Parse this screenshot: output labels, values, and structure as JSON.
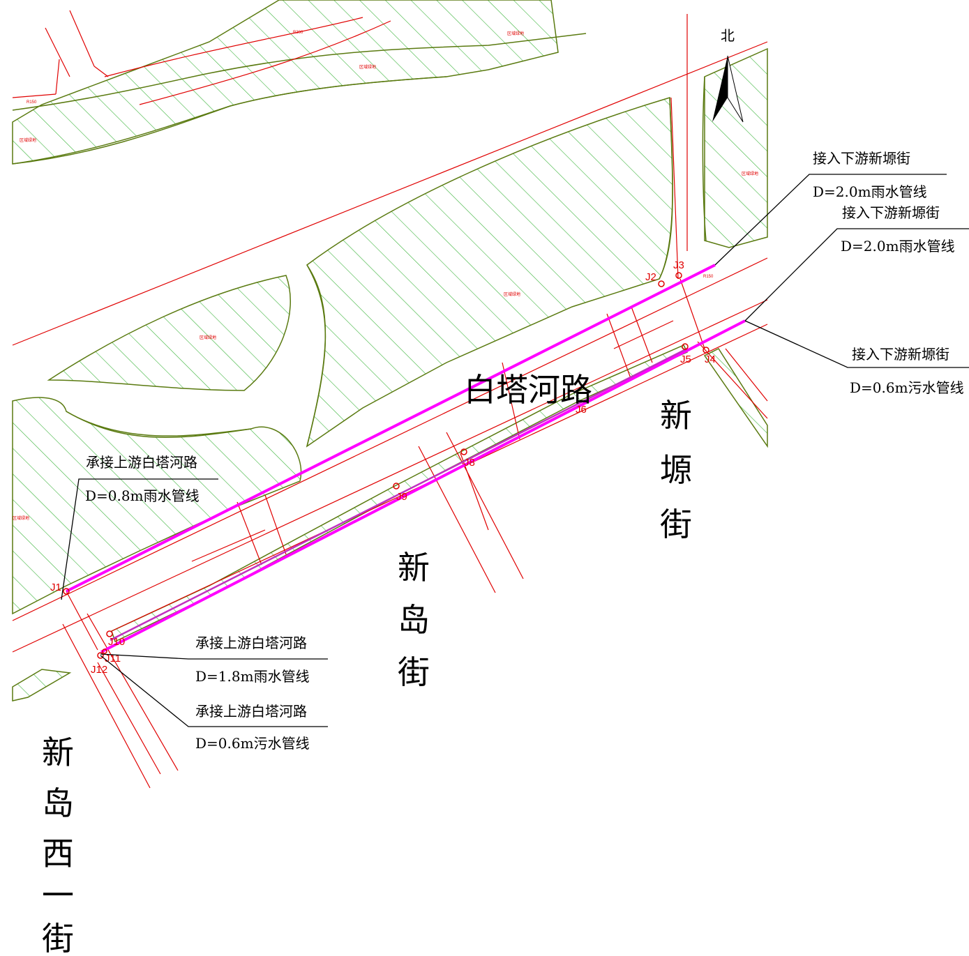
{
  "map": {
    "north_label": "北",
    "roads": {
      "baitahe": "白塔河路",
      "xinyuan_chars": [
        "新",
        "塬",
        "街"
      ],
      "xindao_chars": [
        "新",
        "岛",
        "街"
      ],
      "xindaoxiyi_chars": [
        "新",
        "岛",
        "西",
        "一",
        "街"
      ]
    },
    "callouts": [
      {
        "title": "接入下游新塬街",
        "sub": "D=2.0m雨水管线"
      },
      {
        "title": "接入下游新塬街",
        "sub": "D=2.0m雨水管线"
      },
      {
        "title": "接入下游新塬街",
        "sub": "D=0.6m污水管线"
      },
      {
        "title": "承接上游白塔河路",
        "sub": "D=0.8m雨水管线"
      },
      {
        "title": "承接上游白塔河路",
        "sub": "D=1.8m雨水管线"
      },
      {
        "title": "承接上游白塔河路",
        "sub": "D=0.6m污水管线"
      }
    ],
    "junctions": [
      "J1",
      "J2",
      "J3",
      "J4",
      "J5",
      "J6",
      "J8",
      "J9",
      "J10",
      "J11",
      "J12"
    ],
    "small_labels": [
      "区域绿地",
      "区域绿地",
      "区域绿地",
      "区域绿地",
      "区域绿地",
      "区域绿地",
      "区域绿地",
      "R300",
      "R150",
      "R150"
    ],
    "colors": {
      "pipe": "#ff00ff",
      "road_line": "#e00000",
      "green_hatch": "#3cb43c",
      "green_edge": "#5a7a10",
      "text": "#000000"
    }
  }
}
